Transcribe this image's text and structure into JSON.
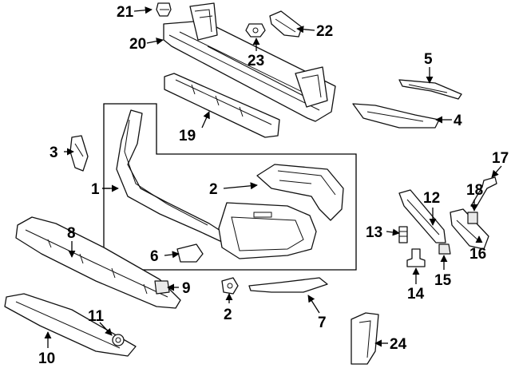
{
  "callouts": {
    "c1": "1",
    "c2a": "2",
    "c2b": "2",
    "c3": "3",
    "c4": "4",
    "c5": "5",
    "c6": "6",
    "c7": "7",
    "c8": "8",
    "c9": "9",
    "c10": "10",
    "c11": "11",
    "c12": "12",
    "c13": "13",
    "c14": "14",
    "c15": "15",
    "c16": "16",
    "c17": "17",
    "c18": "18",
    "c19": "19",
    "c20": "20",
    "c21": "21",
    "c22": "22",
    "c23": "23",
    "c24": "24"
  }
}
